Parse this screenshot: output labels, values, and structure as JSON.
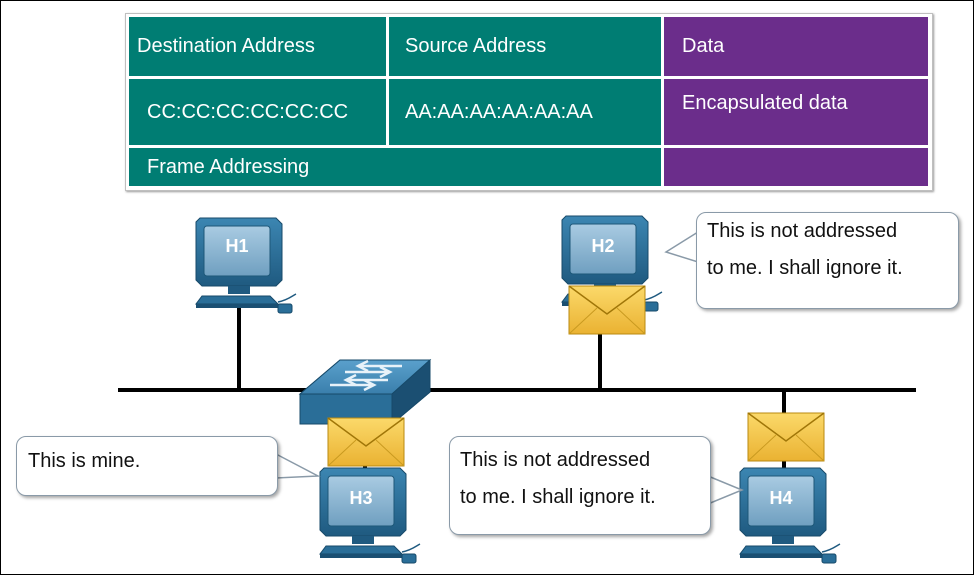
{
  "frame_table": {
    "destination_header": "Destination Address",
    "source_header": "Source Address",
    "data_header": "Data",
    "destination_value": "CC:CC:CC:CC:CC:CC",
    "source_value": "AA:AA:AA:AA:AA:AA",
    "data_value": "Encapsulated data",
    "footer_label": "Frame Addressing"
  },
  "hosts": {
    "h1": "H1",
    "h2": "H2",
    "h3": "H3",
    "h4": "H4"
  },
  "bubbles": {
    "h2_line1": "This is not addressed",
    "h2_line2": "to me. I shall ignore it.",
    "h3_line1": "This is mine.",
    "h4_line1": "This is not addressed",
    "h4_line2": "to me. I shall ignore it."
  },
  "colors": {
    "teal": "#007d73",
    "purple": "#6b2d8b",
    "computer_blue": "#2e6f95",
    "screen_blue": "#8fb8d4",
    "envelope": "#f6c94a"
  }
}
